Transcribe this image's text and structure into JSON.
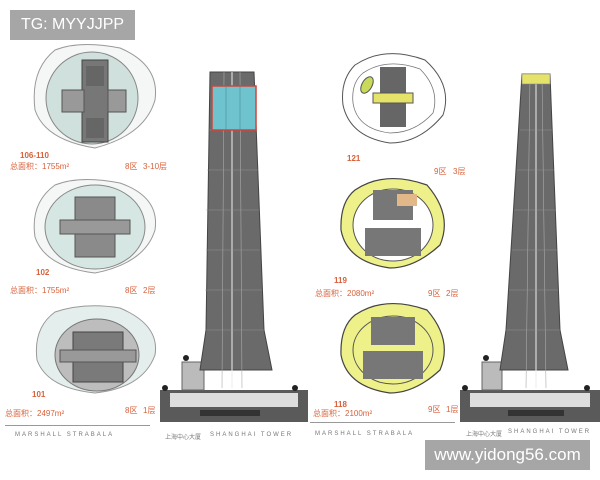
{
  "watermarks": {
    "top": "TG: MYYJJPP",
    "bottom": "www.yidong56.com"
  },
  "left_panel": {
    "plans": [
      {
        "id": "106-110",
        "area_label": "总面积：1755m²",
        "zone": "8区",
        "floors": "3-10层",
        "fill": "#cfe0dd"
      },
      {
        "id": "102",
        "area_label": "总面积：1755m²",
        "zone": "8区",
        "floors": "2层",
        "fill": "#d6e6e3"
      },
      {
        "id": "101",
        "area_label": "总面积：2497m²",
        "zone": "8区",
        "floors": "1层",
        "fill": "#d6e6e3"
      }
    ],
    "footer_left": "MARSHALL STRABALA",
    "footer_right_cn": "上海中心大厦",
    "footer_right_en": "SHANGHAI TOWER",
    "highlight_color": "#6fc3cf",
    "highlight_border": "#d0453a"
  },
  "right_panel": {
    "plans": [
      {
        "id": "121",
        "area_label": "",
        "zone": "9区",
        "floors": "3层",
        "fill": "#ffffff"
      },
      {
        "id": "119",
        "area_label": "总面积：2080m²",
        "zone": "9区",
        "floors": "2层",
        "fill": "#eef08a"
      },
      {
        "id": "118",
        "area_label": "总面积：2100m²",
        "zone": "9区",
        "floors": "1层",
        "fill": "#eef08a"
      }
    ],
    "footer_left": "MARSHALL STRABALA",
    "footer_right_cn": "上海中心大厦",
    "footer_right_en": "SHANGHAI TOWER",
    "highlight_color": "#e6e36a"
  },
  "colors": {
    "label": "#d8603a",
    "tower": "#555555",
    "podium": "#5a5a5a"
  }
}
